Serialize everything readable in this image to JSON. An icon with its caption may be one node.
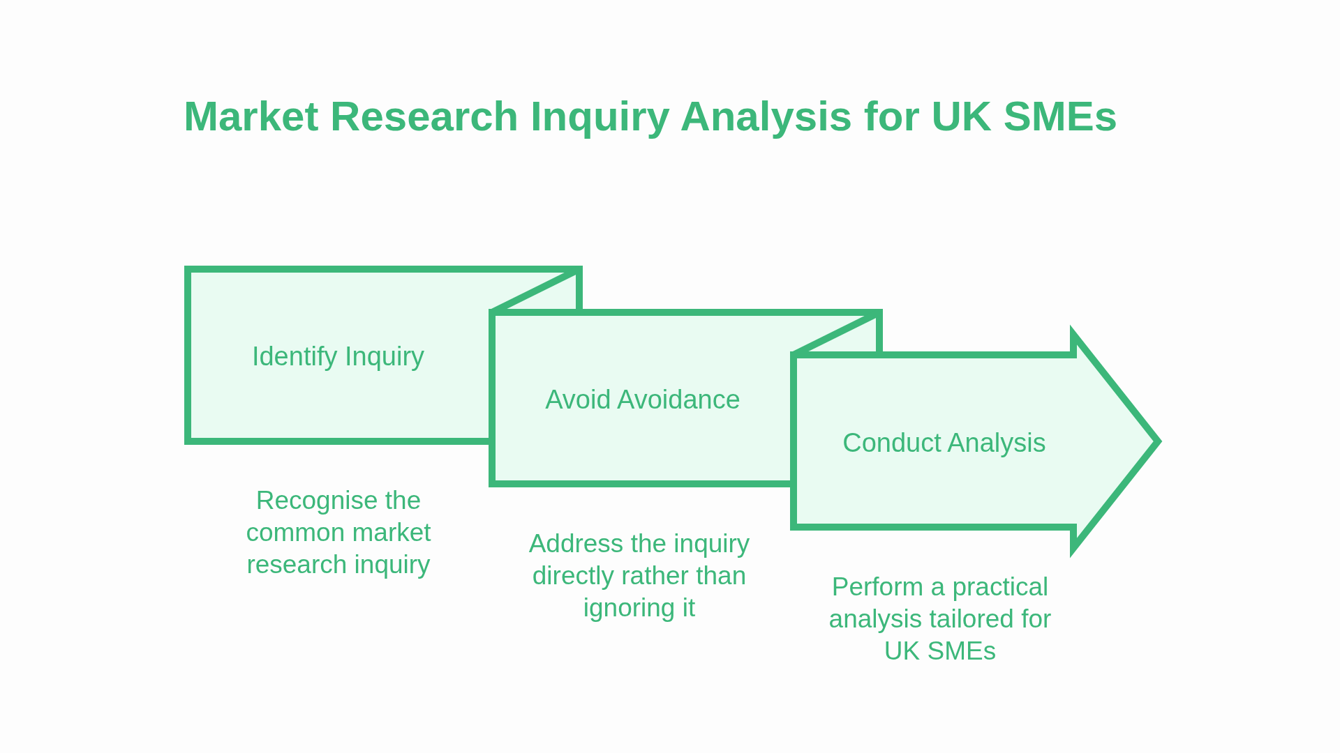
{
  "diagram": {
    "title": "Market Research Inquiry Analysis for UK SMEs",
    "nodes": [
      {
        "text": [
          "Identify Inquiry"
        ],
        "beside": [
          "Recognise the common market research inquiry"
        ]
      },
      {
        "text": [
          "Avoid Avoidance"
        ],
        "beside": [
          "Address the inquiry directly rather than ignoring it"
        ]
      },
      {
        "text": [
          "Conduct Analysis"
        ],
        "beside": [
          "Perform a practical analysis tailored for UK SMEs"
        ]
      }
    ]
  }
}
